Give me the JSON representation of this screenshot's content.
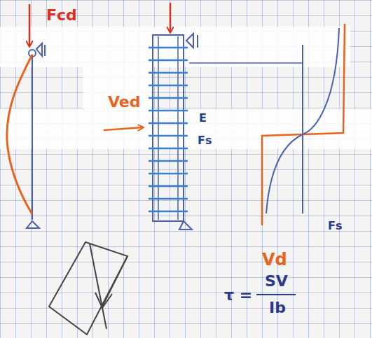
{
  "diagram": {
    "labels": [
      "Fcd",
      "Ved",
      "E",
      "Fs",
      "Fs",
      "Vd",
      "τ =",
      "SV",
      "Ib"
    ]
  }
}
